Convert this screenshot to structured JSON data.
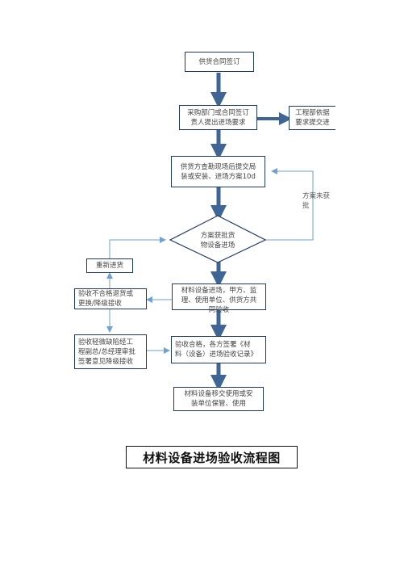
{
  "diagram": {
    "title": "材料设备进场验收流程图",
    "nodes": {
      "contract_signed": "供货合同签订",
      "entry_request": "采购部门或合同签订\n责人提出进场要求",
      "engineering_request": "工程部依据\n要求提交进",
      "submit_plan": "供货方查勘现场后提交局\n装或安装、进场方案10d",
      "plan_approved": "方案获批货\n物设备进场",
      "joint_inspection": "材料设备进场，甲方、监\n理、使用单位、供货方共\n同验收",
      "accept_signed": "验收合格，各方签署《材\n料（设备）进场验收记录》",
      "handover": "材料设备移交使用或安\n装单位保管、使用",
      "reject": "验收不合格退货或\n更换/降级接收",
      "reship": "重新进货",
      "minor_defect": "验收轻微缺陷经工\n程副总/总经理审批\n签署意见降级接收"
    },
    "labels": {
      "plan_not_approved": "方案未获\n批"
    }
  }
}
